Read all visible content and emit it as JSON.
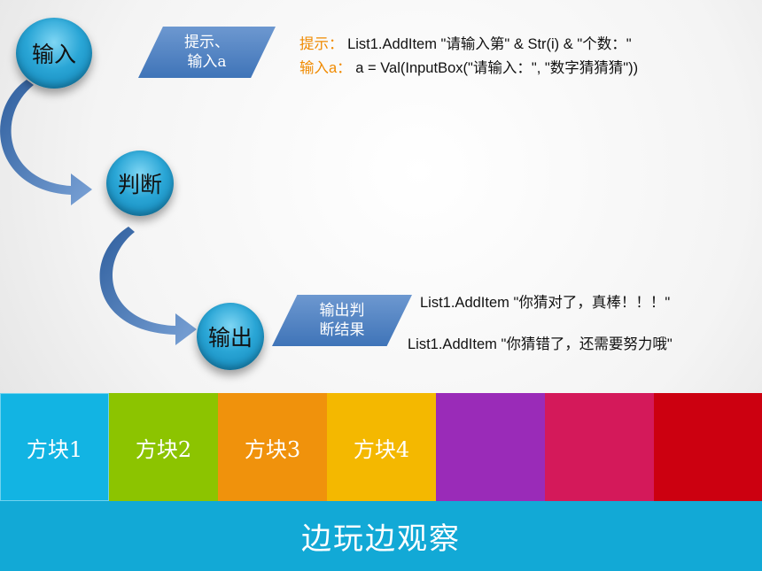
{
  "nodes": {
    "input": "输入",
    "judge": "判断",
    "output": "输出"
  },
  "labels": {
    "prompt_input": "提示、\n输入a",
    "output_result": "输出判\n断结果"
  },
  "code": {
    "line1_label": "提示：",
    "line1_code": " List1.AddItem \"请输入第\" & Str(i) & \"个数：\"",
    "line2_label": "输入a：",
    "line2_code": " a = Val(InputBox(\"请输入：\", \"数字猜猜猜\"))",
    "result1": "List1.AddItem \"你猜对了，真棒！！！\"",
    "result2": "List1.AddItem \"你猜错了，还需要努力哦\""
  },
  "tiles": [
    {
      "label": "方块1",
      "color": "#12b4e3"
    },
    {
      "label": "方块2",
      "color": "#8cc400"
    },
    {
      "label": "方块3",
      "color": "#f0920c"
    },
    {
      "label": "方块4",
      "color": "#f4b800"
    },
    {
      "label": "",
      "color": "#9a2bb8"
    },
    {
      "label": "",
      "color": "#d4195a"
    },
    {
      "label": "",
      "color": "#cc0010"
    }
  ],
  "footer": "边玩边观察"
}
